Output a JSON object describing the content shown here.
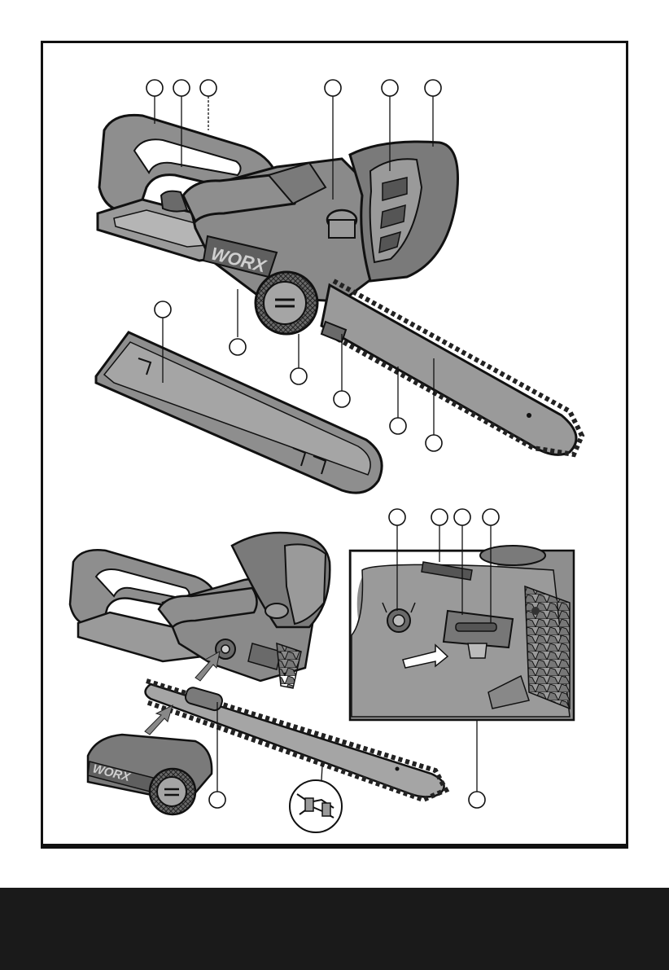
{
  "page": {
    "background": "#ffffff",
    "frame_color": "#111111",
    "band_color": "#1a1a1a"
  },
  "colors": {
    "tool_fill": "#8e8e8e",
    "tool_dark": "#5a5a5a",
    "tool_light": "#b5b5b5",
    "outline": "#111111"
  },
  "brand": {
    "logo": "WORX"
  },
  "figure_top": {
    "callouts": [
      "",
      "",
      "",
      "",
      "",
      "",
      "",
      "",
      "",
      "",
      "",
      "",
      ""
    ]
  },
  "figure_bottom": {
    "callouts": [
      "",
      "",
      ""
    ]
  },
  "detail_inset": {
    "callouts": [
      "",
      "",
      "",
      ""
    ]
  },
  "icons": [
    "chainsaw-illustration",
    "scabbard-illustration",
    "arrow-icon",
    "chain-detail-magnifier"
  ]
}
